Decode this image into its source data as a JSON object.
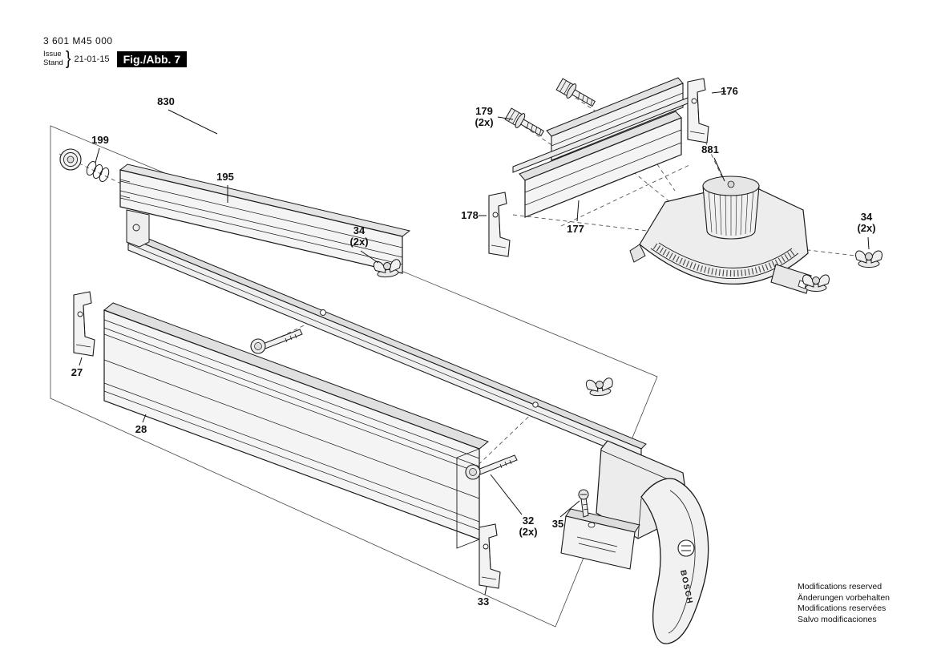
{
  "header": {
    "part_number": "3 601 M45 000",
    "issue_label": "Issue",
    "stand_label": "Stand",
    "brace": "}",
    "date": "21-01-15",
    "figure_label": "Fig./Abb. 7"
  },
  "diagram": {
    "bosch_logo": "BOSCH",
    "labels": {
      "p830": {
        "text": "830"
      },
      "p199": {
        "text": "199"
      },
      "p195": {
        "text": "195"
      },
      "p34a": {
        "text": "34",
        "qty": "(2x)"
      },
      "p27": {
        "text": "27"
      },
      "p28": {
        "text": "28"
      },
      "p179": {
        "text": "179",
        "qty": "(2x)"
      },
      "p176": {
        "text": "176"
      },
      "p178": {
        "text": "178"
      },
      "p177": {
        "text": "177"
      },
      "p881": {
        "text": "881"
      },
      "p34b": {
        "text": "34",
        "qty": "(2x)"
      },
      "p32": {
        "text": "32",
        "qty": "(2x)"
      },
      "p35": {
        "text": "35"
      },
      "p33": {
        "text": "33"
      }
    }
  },
  "footer": {
    "lines": [
      "Modifications reserved",
      "Änderungen vorbehalten",
      "Modifications reservées",
      "Salvo modificaciones"
    ]
  },
  "colors": {
    "line": "#1a1a1a",
    "fill_light": "#f2f2f2",
    "fill_mid": "#e3e3e3",
    "label_box_bg": "#000000",
    "label_box_fg": "#ffffff"
  }
}
